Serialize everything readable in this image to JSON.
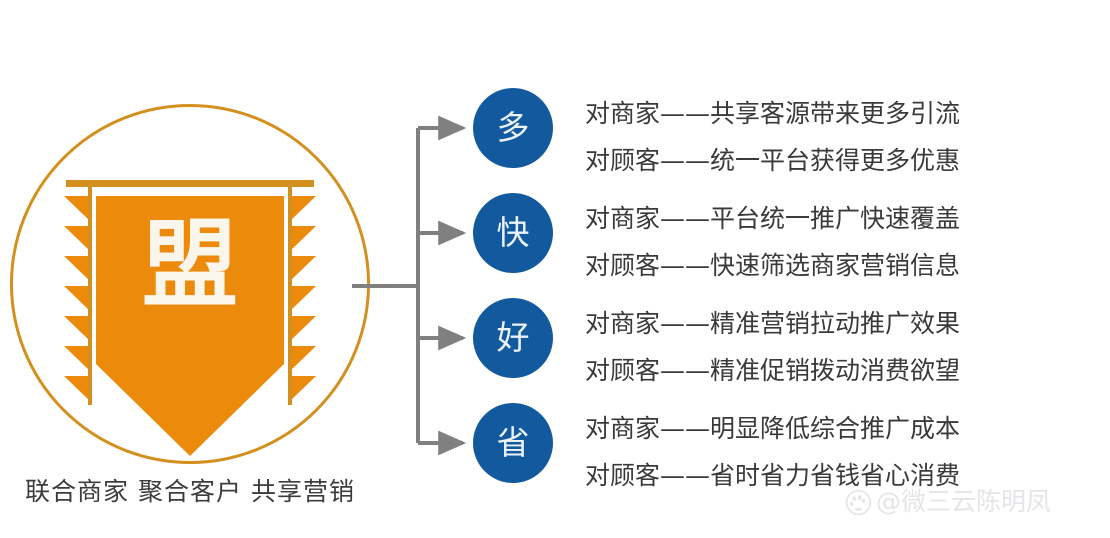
{
  "emblem": {
    "glyph": "盟",
    "caption": "联合商家 聚合客户 共享营销",
    "ring_color": "#D4901E",
    "banner_color": "#EC8A0C",
    "glyph_color": "#FBF6EC"
  },
  "connector": {
    "color": "#808080"
  },
  "rows": [
    {
      "bubble": "多",
      "lines": [
        "对商家——共享客源带来更多引流",
        "对顾客——统一平台获得更多优惠"
      ]
    },
    {
      "bubble": "快",
      "lines": [
        "对商家——平台统一推广快速覆盖",
        "对顾客——快速筛选商家营销信息"
      ]
    },
    {
      "bubble": "好",
      "lines": [
        "对商家——精准营销拉动推广效果",
        "对顾客——精准促销拨动消费欲望"
      ]
    },
    {
      "bubble": "省",
      "lines": [
        "对商家——明显降低综合推广成本",
        "对顾客——省时省力省钱省心消费"
      ]
    }
  ],
  "bubble_color": "#12599E",
  "text_color": "#3A3A3A",
  "watermark": {
    "text": "@微三云陈明凤",
    "color": "#C9CDD2"
  }
}
